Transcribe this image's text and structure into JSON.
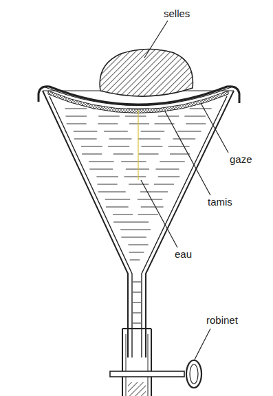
{
  "diagram": {
    "labels": [
      "selles",
      "gaze",
      "tamis",
      "eau",
      "robinet"
    ]
  }
}
